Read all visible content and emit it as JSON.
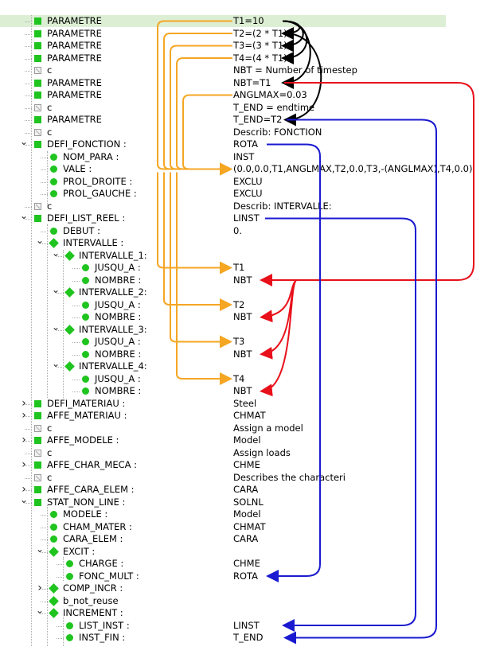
{
  "rows": [
    {
      "label": "PARAMETRE",
      "value": "T1=10",
      "icon": "sq",
      "depth": 0,
      "exp": "",
      "selected": true
    },
    {
      "label": "PARAMETRE",
      "value": "T2=(2 * T1)",
      "icon": "sq",
      "depth": 0,
      "exp": ""
    },
    {
      "label": "PARAMETRE",
      "value": "T3=(3 * T1)",
      "icon": "sq",
      "depth": 0,
      "exp": ""
    },
    {
      "label": "PARAMETRE",
      "value": "T4=(4 * T1)",
      "icon": "sq",
      "depth": 0,
      "exp": ""
    },
    {
      "label": "c",
      "value": "NBT = Number of timestep",
      "icon": "cm",
      "depth": 0,
      "exp": ""
    },
    {
      "label": "PARAMETRE",
      "value": "NBT=T1",
      "icon": "sq",
      "depth": 0,
      "exp": ""
    },
    {
      "label": "PARAMETRE",
      "value": "ANGLMAX=0.03",
      "icon": "sq",
      "depth": 0,
      "exp": ""
    },
    {
      "label": "c",
      "value": "T_END = endtime",
      "icon": "cm",
      "depth": 0,
      "exp": ""
    },
    {
      "label": "PARAMETRE",
      "value": "T_END=T2",
      "icon": "sq",
      "depth": 0,
      "exp": ""
    },
    {
      "label": "c",
      "value": "Describ: FONCTION",
      "icon": "cm",
      "depth": 0,
      "exp": ""
    },
    {
      "label": "DEFI_FONCTION :",
      "value": "ROTA",
      "icon": "sq",
      "depth": 0,
      "exp": "v"
    },
    {
      "label": "NOM_PARA :",
      "value": "INST",
      "icon": "ci",
      "depth": 1,
      "exp": ""
    },
    {
      "label": "VALE :",
      "value": "(0.0,0.0,T1,ANGLMAX,T2,0.0,T3,-(ANGLMAX),T4,0.0)",
      "icon": "ci",
      "depth": 1,
      "exp": ""
    },
    {
      "label": "PROL_DROITE :",
      "value": "EXCLU",
      "icon": "ci",
      "depth": 1,
      "exp": ""
    },
    {
      "label": "PROL_GAUCHE :",
      "value": "EXCLU",
      "icon": "ci",
      "depth": 1,
      "exp": ""
    },
    {
      "label": "c",
      "value": "Describ: INTERVALLE:",
      "icon": "cm",
      "depth": 0,
      "exp": ""
    },
    {
      "label": "DEFI_LIST_REEL :",
      "value": "LINST",
      "icon": "sq",
      "depth": 0,
      "exp": "v"
    },
    {
      "label": "DEBUT :",
      "value": "0.",
      "icon": "ci",
      "depth": 1,
      "exp": ""
    },
    {
      "label": "INTERVALLE :",
      "value": "",
      "icon": "di",
      "depth": 1,
      "exp": "v"
    },
    {
      "label": "INTERVALLE_1:",
      "value": "",
      "icon": "di",
      "depth": 2,
      "exp": "v"
    },
    {
      "label": "JUSQU_A :",
      "value": "T1",
      "icon": "ci",
      "depth": 3,
      "exp": ""
    },
    {
      "label": "NOMBRE :",
      "value": "NBT",
      "icon": "ci",
      "depth": 3,
      "exp": ""
    },
    {
      "label": "INTERVALLE_2:",
      "value": "",
      "icon": "di",
      "depth": 2,
      "exp": "v"
    },
    {
      "label": "JUSQU_A :",
      "value": "T2",
      "icon": "ci",
      "depth": 3,
      "exp": ""
    },
    {
      "label": "NOMBRE :",
      "value": "NBT",
      "icon": "ci",
      "depth": 3,
      "exp": ""
    },
    {
      "label": "INTERVALLE_3:",
      "value": "",
      "icon": "di",
      "depth": 2,
      "exp": "v"
    },
    {
      "label": "JUSQU_A :",
      "value": "T3",
      "icon": "ci",
      "depth": 3,
      "exp": ""
    },
    {
      "label": "NOMBRE :",
      "value": "NBT",
      "icon": "ci",
      "depth": 3,
      "exp": ""
    },
    {
      "label": "INTERVALLE_4:",
      "value": "",
      "icon": "di",
      "depth": 2,
      "exp": "v"
    },
    {
      "label": "JUSQU_A :",
      "value": "T4",
      "icon": "ci",
      "depth": 3,
      "exp": ""
    },
    {
      "label": "NOMBRE :",
      "value": "NBT",
      "icon": "ci",
      "depth": 3,
      "exp": ""
    },
    {
      "label": "DEFI_MATERIAU :",
      "value": "Steel",
      "icon": "sq",
      "depth": 0,
      "exp": ">"
    },
    {
      "label": "AFFE_MATERIAU :",
      "value": "CHMAT",
      "icon": "sq",
      "depth": 0,
      "exp": ">"
    },
    {
      "label": "c",
      "value": "Assign a model",
      "icon": "cm",
      "depth": 0,
      "exp": ""
    },
    {
      "label": "AFFE_MODELE :",
      "value": "Model",
      "icon": "sq",
      "depth": 0,
      "exp": ">"
    },
    {
      "label": "c",
      "value": "Assign loads",
      "icon": "cm",
      "depth": 0,
      "exp": ""
    },
    {
      "label": "AFFE_CHAR_MECA :",
      "value": "CHME",
      "icon": "sq",
      "depth": 0,
      "exp": ">"
    },
    {
      "label": "c",
      "value": "Describes the characteri",
      "icon": "cm",
      "depth": 0,
      "exp": ""
    },
    {
      "label": "AFFE_CARA_ELEM :",
      "value": "CARA",
      "icon": "sq",
      "depth": 0,
      "exp": ">"
    },
    {
      "label": "STAT_NON_LINE :",
      "value": "SOLNL",
      "icon": "sq",
      "depth": 0,
      "exp": "v"
    },
    {
      "label": "MODELE :",
      "value": "Model",
      "icon": "ci",
      "depth": 1,
      "exp": ""
    },
    {
      "label": "CHAM_MATER :",
      "value": "CHMAT",
      "icon": "ci",
      "depth": 1,
      "exp": ""
    },
    {
      "label": "CARA_ELEM :",
      "value": "CARA",
      "icon": "ci",
      "depth": 1,
      "exp": ""
    },
    {
      "label": "EXCIT :",
      "value": "",
      "icon": "di",
      "depth": 1,
      "exp": "v"
    },
    {
      "label": "CHARGE :",
      "value": "CHME",
      "icon": "ci",
      "depth": 2,
      "exp": ""
    },
    {
      "label": "FONC_MULT :",
      "value": "ROTA",
      "icon": "ci",
      "depth": 2,
      "exp": ""
    },
    {
      "label": "COMP_INCR :",
      "value": "",
      "icon": "di",
      "depth": 1,
      "exp": ">"
    },
    {
      "label": "b_not_reuse",
      "value": "",
      "icon": "di",
      "depth": 1,
      "exp": ""
    },
    {
      "label": "INCREMENT :",
      "value": "",
      "icon": "di",
      "depth": 1,
      "exp": "v"
    },
    {
      "label": "LIST_INST :",
      "value": "LINST",
      "icon": "ci",
      "depth": 2,
      "exp": ""
    },
    {
      "label": "INST_FIN :",
      "value": "T_END",
      "icon": "ci",
      "depth": 2,
      "exp": ""
    }
  ],
  "colors": {
    "node_green": "#1fc41f",
    "selection": "#dcefd4",
    "arrow_black": "#000000",
    "arrow_orange": "#f5a623",
    "arrow_red": "#e8101a",
    "arrow_blue": "#1a1ad0"
  },
  "icons": {
    "sq": "green-square-icon",
    "ci": "green-circle-icon",
    "di": "green-diamond-icon",
    "cm": "comment-icon"
  }
}
